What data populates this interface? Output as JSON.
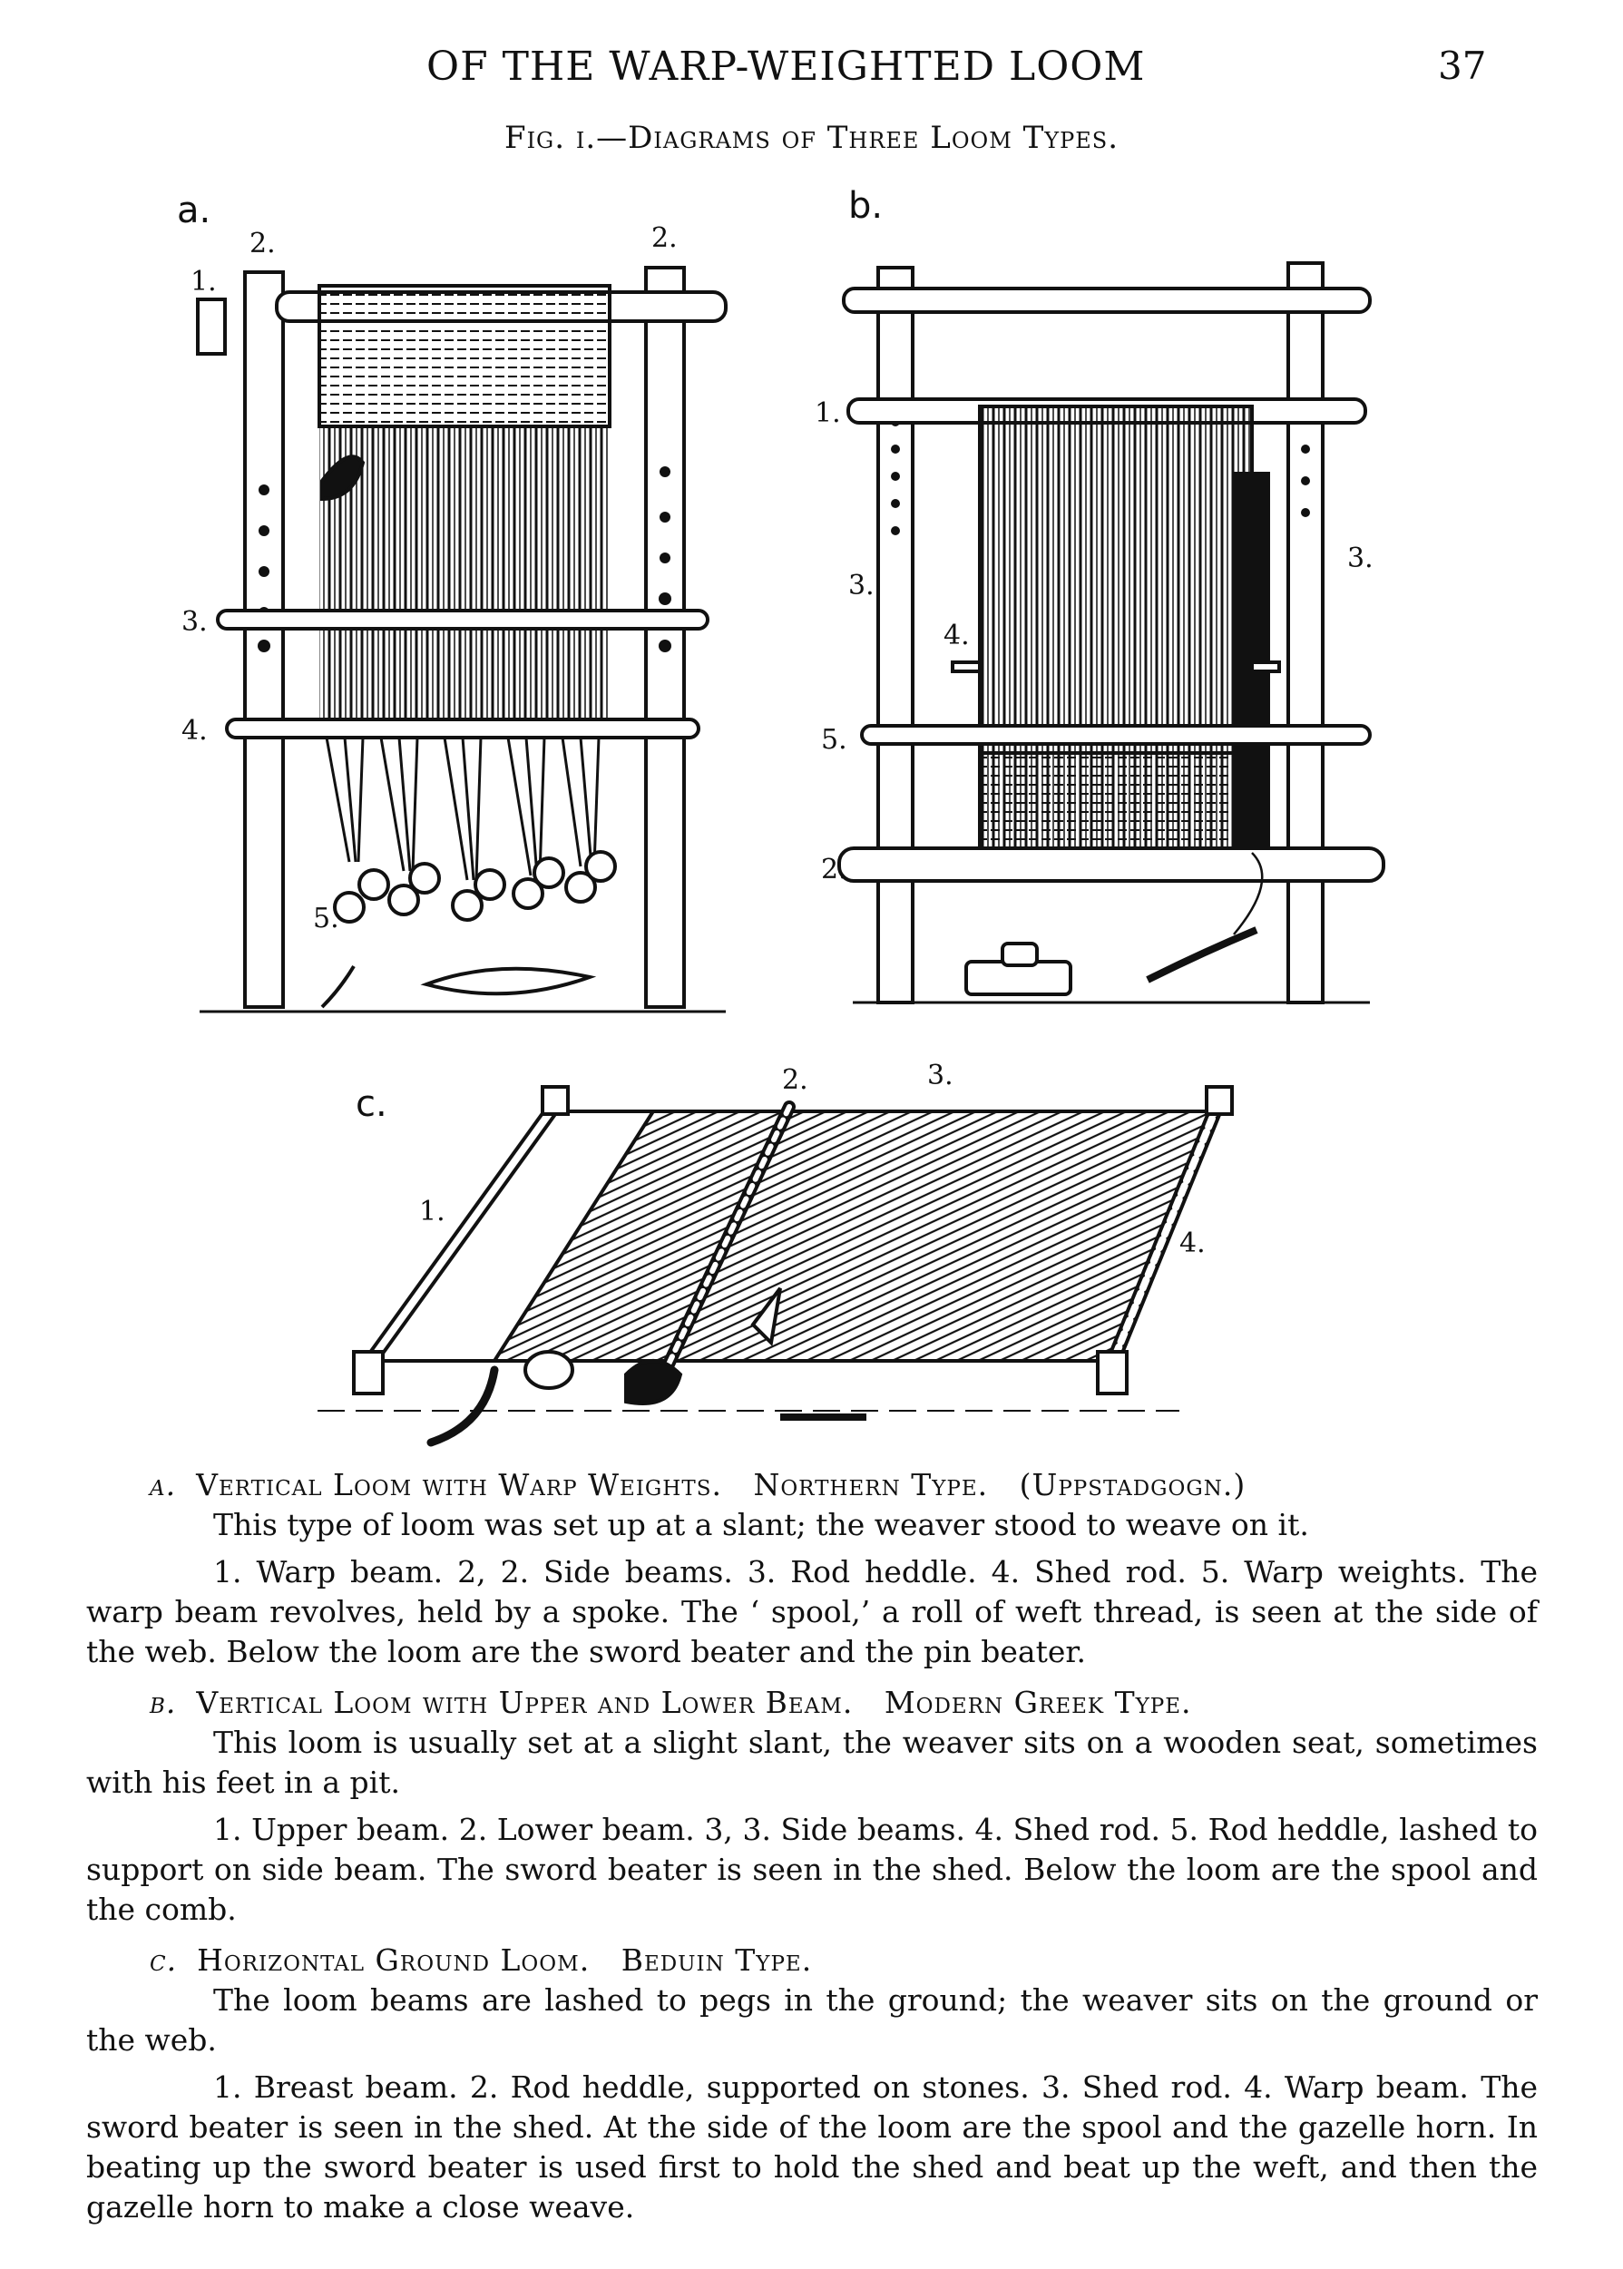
{
  "header": {
    "title": "OF THE WARP-WEIGHTED LOOM",
    "page_number": "37"
  },
  "figure": {
    "caption": "Fig. i.—Diagrams of Three Loom Types.",
    "panels": {
      "a": {
        "letter": "a.",
        "labels": [
          "1.",
          "2.",
          "2.",
          "3.",
          "4.",
          "5."
        ]
      },
      "b": {
        "letter": "b.",
        "labels": [
          "1.",
          "3.",
          "3.",
          "4.",
          "5.",
          "2."
        ]
      },
      "c": {
        "letter": "c.",
        "labels": [
          "1.",
          "2.",
          "3.",
          "4."
        ]
      }
    }
  },
  "sections": [
    {
      "letter": "a.",
      "heading": "Vertical Loom with Warp Weights.",
      "subtitle": "Northern Type.",
      "note": "(Uppstadgogn.)",
      "paragraphs": [
        "This type of loom was set up at a slant; the weaver stood to weave on it.",
        "1. Warp beam. 2, 2. Side beams. 3. Rod heddle. 4. Shed rod. 5. Warp weights. The warp beam revolves, held by a spoke. The ‘ spool,’ a roll of weft thread, is seen at the side of the web. Below the loom are the sword beater and the pin beater."
      ]
    },
    {
      "letter": "b.",
      "heading": "Vertical Loom with Upper and Lower Beam.",
      "subtitle": "Modern Greek Type.",
      "note": "",
      "paragraphs": [
        "This loom is usually set at a slight slant, the weaver sits on a wooden seat, sometimes with his feet in a pit.",
        "1. Upper beam. 2. Lower beam. 3, 3. Side beams. 4. Shed rod. 5. Rod heddle, lashed to support on side beam. The sword beater is seen in the shed. Below the loom are the spool and the comb."
      ]
    },
    {
      "letter": "c.",
      "heading": "Horizontal Ground Loom.",
      "subtitle": "Beduin Type.",
      "note": "",
      "paragraphs": [
        "The loom beams are lashed to pegs in the ground; the weaver sits on the ground or the web.",
        "1. Breast beam. 2. Rod heddle, supported on stones. 3. Shed rod. 4. Warp beam. The sword beater is seen in the shed. At the side of the loom are the spool and the gazelle horn. In beating up the sword beater is used first to hold the shed and beat up the weft, and then the gazelle horn to make a close weave."
      ]
    }
  ]
}
